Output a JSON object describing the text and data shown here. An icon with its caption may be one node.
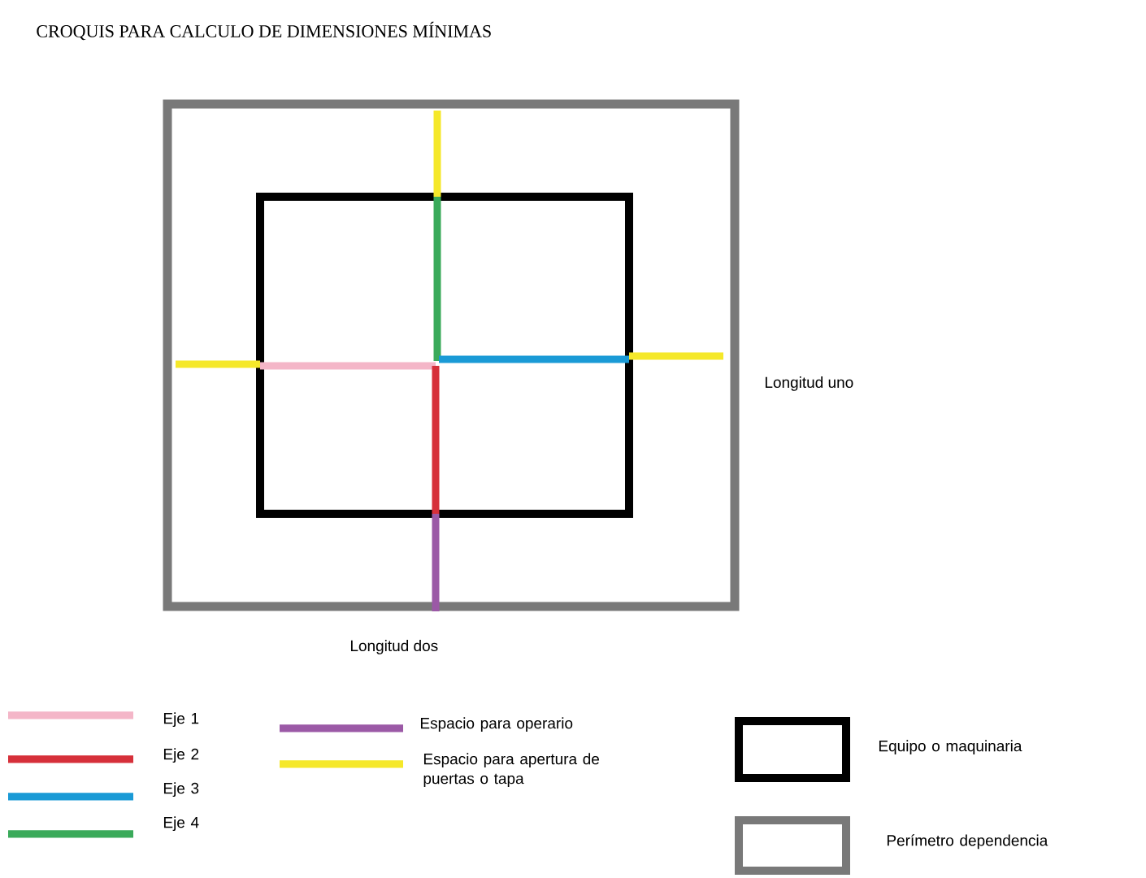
{
  "diagram": {
    "title": "CROQUIS PARA CALCULO DE DIMENSIONES MÍNIMAS",
    "nodes": [
      {
        "text": [],
        "shape": "box"
      },
      {
        "text": [],
        "shape": "box",
        "in": 0
      }
    ],
    "labels": [
      "Longitud uno",
      "Longitud dos"
    ],
    "legend": [
      {
        "text": "Eje 1",
        "color": "#f4b6c8"
      },
      {
        "text": "Eje 2",
        "color": "#d6303a"
      },
      {
        "text": "Eje 3",
        "color": "#1a9ad6"
      },
      {
        "text": "Eje 4",
        "color": "#3aaa5a"
      },
      {
        "text": "Espacio para operario",
        "color": "#9b59a6"
      },
      {
        "text": "Espacio para apertura de puertas o tapa",
        "color": "#f5e82a"
      },
      {
        "text": "Equipo o maquinaria"
      },
      {
        "text": "Perímetro dependencia"
      }
    ]
  }
}
